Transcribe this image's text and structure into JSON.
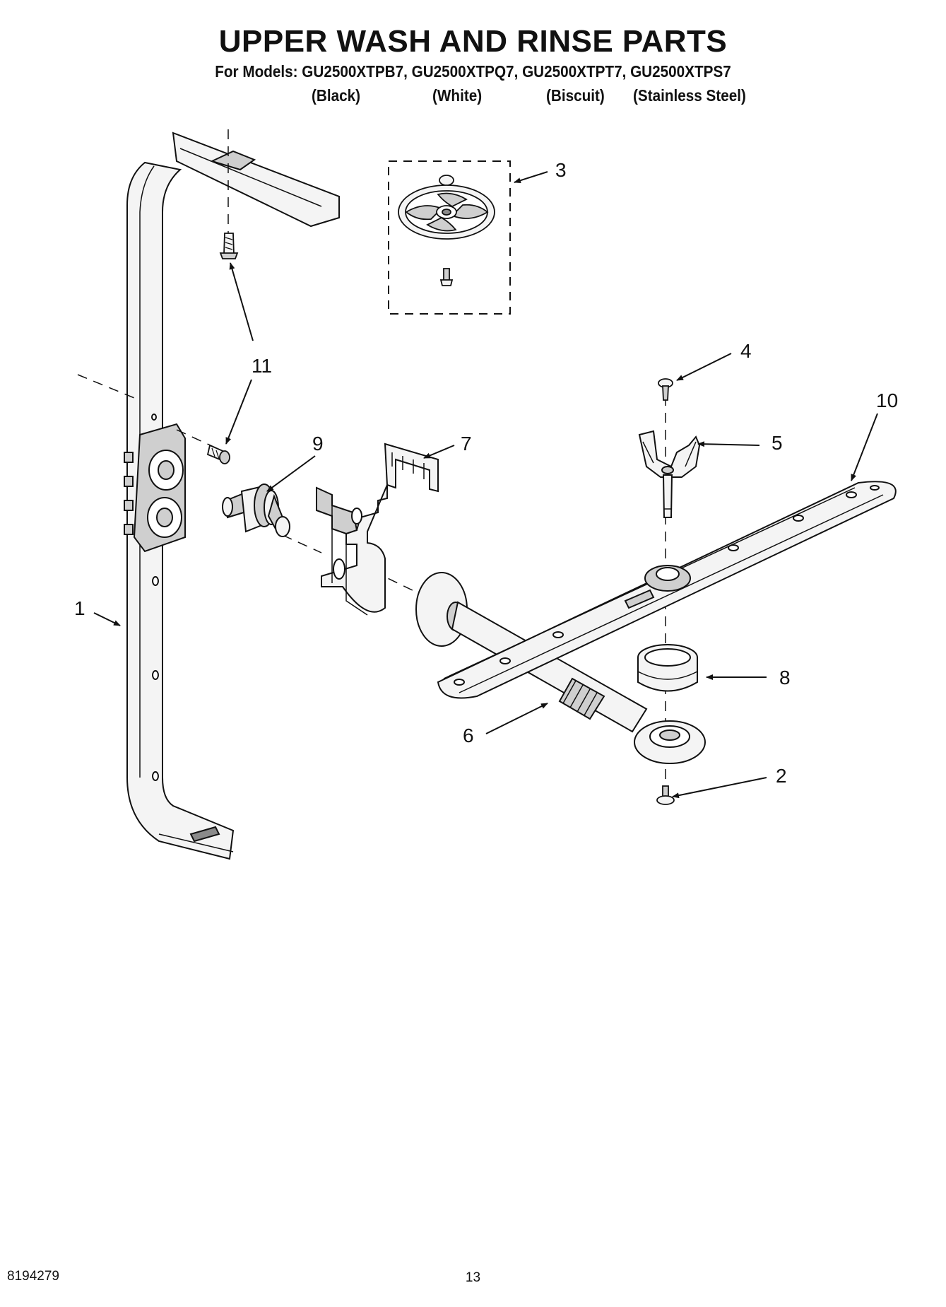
{
  "header": {
    "title": "UPPER WASH AND RINSE PARTS",
    "models_line": "For Models: GU2500XTPB7, GU2500XTPQ7, GU2500XTPT7, GU2500XTPS7",
    "colors": [
      "(Black)",
      "(White)",
      "(Biscuit)",
      "(Stainless Steel)"
    ]
  },
  "callouts": {
    "c1": "1",
    "c2": "2",
    "c3": "3",
    "c4": "4",
    "c5": "5",
    "c6": "6",
    "c7": "7",
    "c8": "8",
    "c9": "9",
    "c10": "10",
    "c11": "11"
  },
  "footer": {
    "doc_number": "8194279",
    "page_number": "13"
  },
  "colors": {
    "ink": "#111111",
    "part_fill": "#f4f4f4",
    "part_shade": "#cfcfcf",
    "part_dark": "#8a8a8a"
  }
}
